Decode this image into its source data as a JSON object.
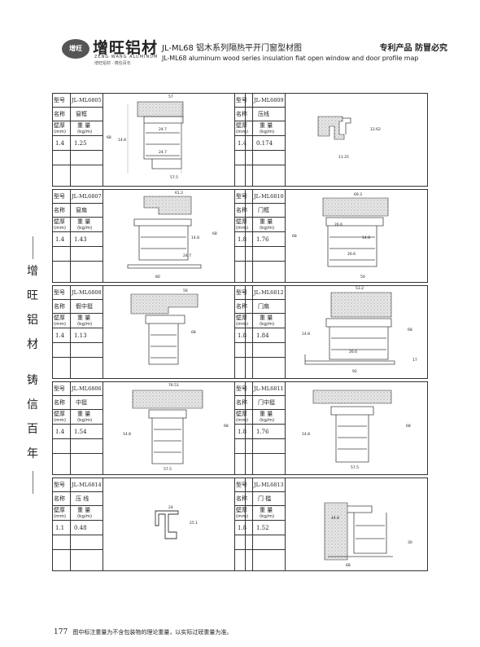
{
  "header": {
    "logo_cn": "增旺铝材",
    "logo_badge": "增旺",
    "logo_en": "ZENG WANG ALUMINUM",
    "logo_sub": "增旺铝材 · 铸信百年",
    "title_cn": "JL-ML68 铝木系列隔热平开门窗型材图",
    "title_en": "JL-ML68 aluminum wood series insulation flat open window and door profile map",
    "patent": "专利产品 防冒必究"
  },
  "slogan": [
    "增",
    "旺",
    "铝",
    "材",
    "铸",
    "信",
    "百",
    "年"
  ],
  "labels": {
    "model": "型号",
    "name": "名称",
    "thick_a": "壁厚",
    "thick_b": "(mm)",
    "weight_a": "重 量",
    "weight_b": "(kg/m)"
  },
  "profiles": [
    {
      "model": "JL-ML6805",
      "name": "窗框",
      "thickness": "1.4",
      "weight": "1.25",
      "dims": [
        "57",
        "24.7",
        "24.7",
        "57.5",
        "68",
        "14.8"
      ]
    },
    {
      "model": "JL-ML6809",
      "name": "压线",
      "thickness": "1.4",
      "weight": "0.174",
      "dims": [
        "11.25",
        "12.62"
      ]
    },
    {
      "model": "JL-ML6807",
      "name": "窗扇",
      "thickness": "1.4",
      "weight": "1.43",
      "dims": [
        "61.2",
        "24.7",
        "80",
        "68",
        "14.8"
      ]
    },
    {
      "model": "JL-ML6810",
      "name": "门框",
      "thickness": "1.8",
      "weight": "1.76",
      "dims": [
        "69.3",
        "26.6",
        "26.6",
        "50",
        "68",
        "14.8"
      ]
    },
    {
      "model": "JL-ML6808",
      "name": "假中挺",
      "thickness": "1.4",
      "weight": "1.13",
      "dims": [
        "56",
        "68"
      ]
    },
    {
      "model": "JL-ML6812",
      "name": "门扇",
      "thickness": "1.8",
      "weight": "1.84",
      "dims": [
        "53.2",
        "26.6",
        "92",
        "68",
        "14.8",
        "17"
      ]
    },
    {
      "model": "JL-ML6806",
      "name": "中挺",
      "thickness": "1.4",
      "weight": "1.54",
      "dims": [
        "76.51",
        "57.5",
        "68",
        "14.8"
      ]
    },
    {
      "model": "JL-ML6811",
      "name": "门中挺",
      "thickness": "1.8",
      "weight": "1.76",
      "dims": [
        "57.5",
        "68",
        "14.8"
      ]
    },
    {
      "model": "JL-ML6814",
      "name": "压 线",
      "thickness": "1.1",
      "weight": "0.48",
      "dims": [
        "24",
        "25.1"
      ]
    },
    {
      "model": "JL-ML6813",
      "name": "门 槛",
      "thickness": "1.8",
      "weight": "1.52",
      "dims": [
        "68",
        "44.8",
        "30"
      ]
    }
  ],
  "footer": {
    "page": "177",
    "note": "图中标注重量为不含包装物的理论重量，以实际过磅重量为准。"
  }
}
